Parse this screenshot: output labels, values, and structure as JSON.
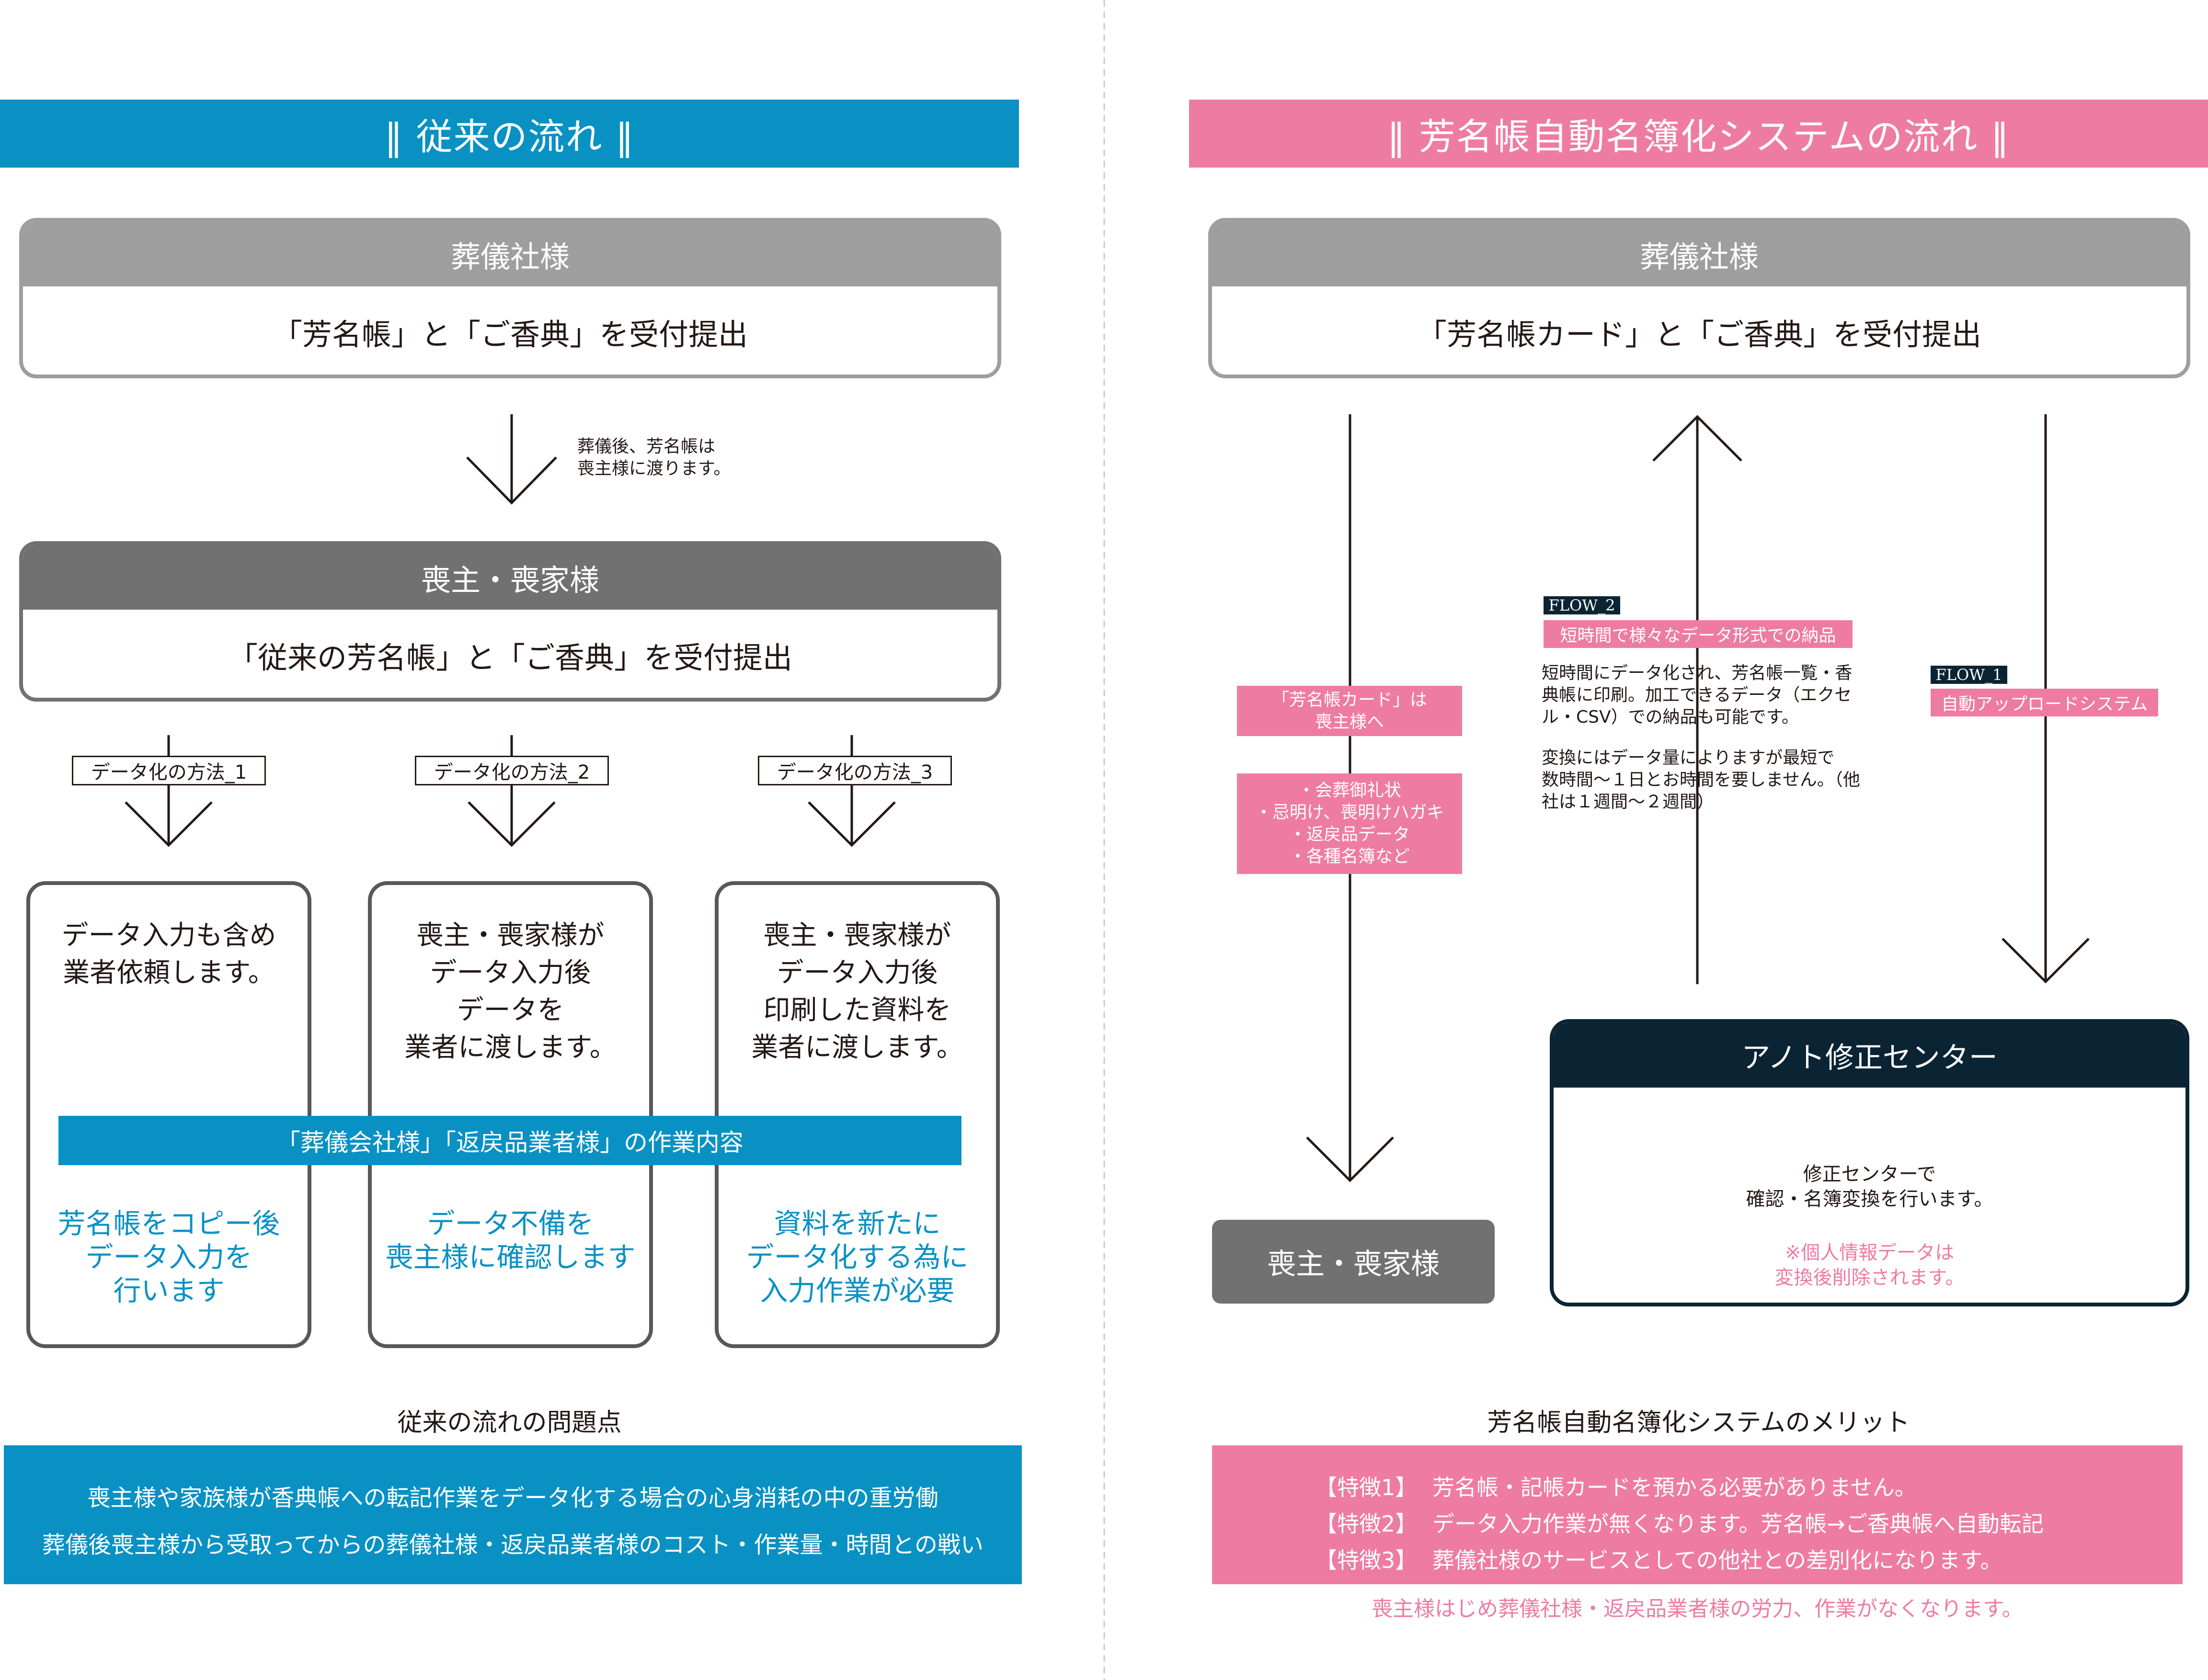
{
  "colors": {
    "blue": "#0a91c4",
    "pink": "#ee7ca2",
    "gray": "#9e9e9f",
    "darkgray": "#727171",
    "navy": "#0b2433"
  },
  "left": {
    "banner": "‖ 従来の流れ ‖",
    "funeral_title": "葬儀社様",
    "funeral_body": "「芳名帳」と「ご香典」を受付提出",
    "arrow_note": "葬儀後、芳名帳は\n喪主様に渡ります。",
    "mourner_title": "喪主・喪家様",
    "mourner_body": "「従来の芳名帳」と「ご香典」を受付提出",
    "methods": [
      {
        "tag": "データ化の方法_1",
        "text": "データ入力も含め\n業者依頼します。",
        "result": "芳名帳をコピー後\nデータ入力を\n行います"
      },
      {
        "tag": "データ化の方法_2",
        "text": "喪主・喪家様が\nデータ入力後\nデータを\n業者に渡します。",
        "result": "データ不備を\n喪主様に確認します"
      },
      {
        "tag": "データ化の方法_3",
        "text": "喪主・喪家様が\nデータ入力後\n印刷した資料を\n業者に渡します。",
        "result": "資料を新たに\nデータ化する為に\n入力作業が必要"
      }
    ],
    "work_bar": "「葬儀会社様」「返戻品業者様」の作業内容",
    "problems_title": "従来の流れの問題点",
    "problems": [
      "喪主様や家族様が香典帳への転記作業をデータ化する場合の心身消耗の中の重労働",
      "葬儀後喪主様から受取ってからの葬儀社様・返戻品業者様のコスト・作業量・時間との戦い"
    ]
  },
  "right": {
    "banner": "‖ 芳名帳自動名簿化システムの流れ ‖",
    "funeral_title": "葬儀社様",
    "funeral_body": "「芳名帳カード」と「ご香典」を受付提出",
    "card_label": "「芳名帳カード」は\n喪主様へ",
    "items_label": "・会葬御礼状\n・忌明け、喪明けハガキ\n・返戻品データ\n・各種名簿など",
    "flow2_tag": "FLOW_2",
    "flow2_title": "短時間で様々なデータ形式での納品",
    "flow2_text1": "短時間にデータ化され、芳名帳一覧・香\n典帳に印刷。加工できるデータ（エクセ\nル・CSV）での納品も可能です。",
    "flow2_text2": "変換にはデータ量によりますが最短で\n数時間〜１日とお時間を要しません。（他\n社は１週間〜２週間）",
    "flow1_tag": "FLOW_1",
    "flow1_title": "自動アップロードシステム",
    "center_title": "アノト修正センター",
    "center_text": "修正センターで\n確認・名簿変換を行います。",
    "center_note": "※個人情報データは\n変換後削除されます。",
    "mourner": "喪主・喪家様",
    "merits_title": "芳名帳自動名簿化システムのメリット",
    "merits": [
      {
        "label": "【特徴1】",
        "text": "芳名帳・記帳カードを預かる必要がありません。"
      },
      {
        "label": "【特徴2】",
        "text": "データ入力作業が無くなります。芳名帳→ご香典帳へ自動転記"
      },
      {
        "label": "【特徴3】",
        "text": "葬儀社様のサービスとしての他社との差別化になります。"
      }
    ],
    "closing": "喪主様はじめ葬儀社様・返戻品業者様の労力、作業がなくなります。"
  }
}
